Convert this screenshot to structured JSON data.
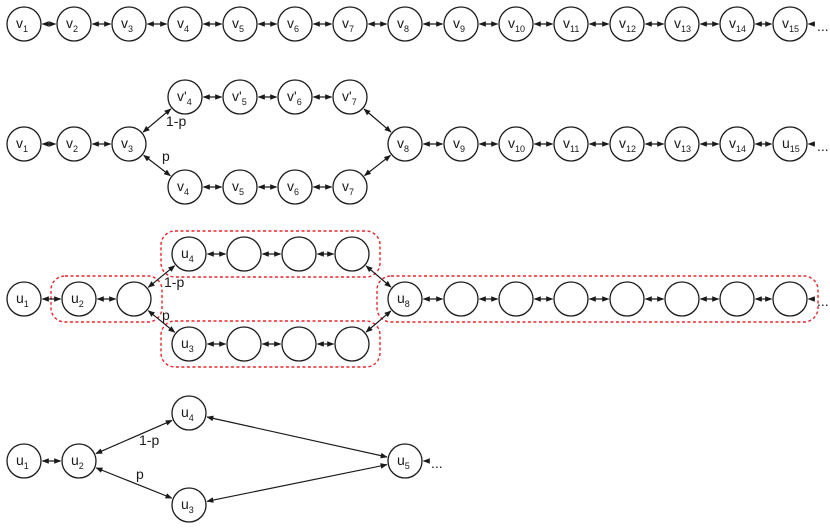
{
  "diagrams": [
    {
      "id": "chain",
      "nodes": [
        {
          "id": "v1",
          "base": "v",
          "sub": "1"
        },
        {
          "id": "v2",
          "base": "v",
          "sub": "2"
        },
        {
          "id": "v3",
          "base": "v",
          "sub": "3"
        },
        {
          "id": "v4",
          "base": "v",
          "sub": "4"
        },
        {
          "id": "v5",
          "base": "v",
          "sub": "5"
        },
        {
          "id": "v6",
          "base": "v",
          "sub": "6"
        },
        {
          "id": "v7",
          "base": "v",
          "sub": "7"
        },
        {
          "id": "v8",
          "base": "v",
          "sub": "8"
        },
        {
          "id": "v9",
          "base": "v",
          "sub": "9"
        },
        {
          "id": "v10",
          "base": "v",
          "sub": "10"
        },
        {
          "id": "v11",
          "base": "v",
          "sub": "11"
        },
        {
          "id": "v12",
          "base": "v",
          "sub": "12"
        },
        {
          "id": "v13",
          "base": "v",
          "sub": "13"
        },
        {
          "id": "v14",
          "base": "v",
          "sub": "14"
        },
        {
          "id": "v15",
          "base": "v",
          "sub": "15"
        }
      ],
      "edges": [
        {
          "from": "v1",
          "to": "v2"
        },
        {
          "from": "v2",
          "to": "v3"
        },
        {
          "from": "v3",
          "to": "v4"
        },
        {
          "from": "v4",
          "to": "v5"
        },
        {
          "from": "v5",
          "to": "v6"
        },
        {
          "from": "v6",
          "to": "v7"
        },
        {
          "from": "v7",
          "to": "v8"
        },
        {
          "from": "v8",
          "to": "v9"
        },
        {
          "from": "v9",
          "to": "v10"
        },
        {
          "from": "v10",
          "to": "v11"
        },
        {
          "from": "v11",
          "to": "v12"
        },
        {
          "from": "v12",
          "to": "v13"
        },
        {
          "from": "v13",
          "to": "v14"
        },
        {
          "from": "v14",
          "to": "v15"
        }
      ],
      "trailing_ellipsis": "..."
    },
    {
      "id": "split-chain",
      "nodes": [
        {
          "id": "v1",
          "base": "v",
          "sub": "1"
        },
        {
          "id": "v2",
          "base": "v",
          "sub": "2"
        },
        {
          "id": "v3",
          "base": "v",
          "sub": "3"
        },
        {
          "id": "v4p",
          "base": "v'",
          "sub": "4"
        },
        {
          "id": "v5p",
          "base": "v'",
          "sub": "5"
        },
        {
          "id": "v6p",
          "base": "v'",
          "sub": "6"
        },
        {
          "id": "v7p",
          "base": "v'",
          "sub": "7"
        },
        {
          "id": "v4",
          "base": "v",
          "sub": "4"
        },
        {
          "id": "v5",
          "base": "v",
          "sub": "5"
        },
        {
          "id": "v6",
          "base": "v",
          "sub": "6"
        },
        {
          "id": "v7",
          "base": "v",
          "sub": "7"
        },
        {
          "id": "v8",
          "base": "v",
          "sub": "8"
        },
        {
          "id": "v9",
          "base": "v",
          "sub": "9"
        },
        {
          "id": "v10",
          "base": "v",
          "sub": "10"
        },
        {
          "id": "v11",
          "base": "v",
          "sub": "11"
        },
        {
          "id": "v12",
          "base": "v",
          "sub": "12"
        },
        {
          "id": "v13",
          "base": "v",
          "sub": "13"
        },
        {
          "id": "v14",
          "base": "v",
          "sub": "14"
        },
        {
          "id": "u15",
          "base": "u",
          "sub": "15"
        }
      ],
      "edges": [
        {
          "from": "v1",
          "to": "v2"
        },
        {
          "from": "v2",
          "to": "v3"
        },
        {
          "from": "v3",
          "to": "v4p",
          "label": "1-p"
        },
        {
          "from": "v4p",
          "to": "v5p"
        },
        {
          "from": "v5p",
          "to": "v6p"
        },
        {
          "from": "v6p",
          "to": "v7p"
        },
        {
          "from": "v7p",
          "to": "v8"
        },
        {
          "from": "v3",
          "to": "v4",
          "label": "p"
        },
        {
          "from": "v4",
          "to": "v5"
        },
        {
          "from": "v5",
          "to": "v6"
        },
        {
          "from": "v6",
          "to": "v7"
        },
        {
          "from": "v7",
          "to": "v8"
        },
        {
          "from": "v8",
          "to": "v9"
        },
        {
          "from": "v9",
          "to": "v10"
        },
        {
          "from": "v10",
          "to": "v11"
        },
        {
          "from": "v11",
          "to": "v12"
        },
        {
          "from": "v12",
          "to": "v13"
        },
        {
          "from": "v13",
          "to": "v14"
        },
        {
          "from": "v14",
          "to": "u15"
        }
      ],
      "trailing_ellipsis": "..."
    },
    {
      "id": "grouped-chain",
      "nodes": [
        {
          "id": "u1",
          "base": "u",
          "sub": "1"
        },
        {
          "id": "u2",
          "base": "u",
          "sub": "2"
        },
        {
          "id": "c1",
          "base": "",
          "sub": ""
        },
        {
          "id": "u4",
          "base": "u",
          "sub": "4"
        },
        {
          "id": "t1",
          "base": "",
          "sub": ""
        },
        {
          "id": "t2",
          "base": "",
          "sub": ""
        },
        {
          "id": "t3",
          "base": "",
          "sub": ""
        },
        {
          "id": "u3",
          "base": "u",
          "sub": "3"
        },
        {
          "id": "b1",
          "base": "",
          "sub": ""
        },
        {
          "id": "b2",
          "base": "",
          "sub": ""
        },
        {
          "id": "b3",
          "base": "",
          "sub": ""
        },
        {
          "id": "u8",
          "base": "u",
          "sub": "8"
        },
        {
          "id": "r1",
          "base": "",
          "sub": ""
        },
        {
          "id": "r2",
          "base": "",
          "sub": ""
        },
        {
          "id": "r3",
          "base": "",
          "sub": ""
        },
        {
          "id": "r4",
          "base": "",
          "sub": ""
        },
        {
          "id": "r5",
          "base": "",
          "sub": ""
        },
        {
          "id": "r6",
          "base": "",
          "sub": ""
        },
        {
          "id": "r7",
          "base": "",
          "sub": ""
        }
      ],
      "edges": [
        {
          "from": "u1",
          "to": "u2"
        },
        {
          "from": "u2",
          "to": "c1"
        },
        {
          "from": "c1",
          "to": "u4",
          "label": "1-p"
        },
        {
          "from": "u4",
          "to": "t1"
        },
        {
          "from": "t1",
          "to": "t2"
        },
        {
          "from": "t2",
          "to": "t3"
        },
        {
          "from": "t3",
          "to": "u8"
        },
        {
          "from": "c1",
          "to": "u3",
          "label": "p"
        },
        {
          "from": "u3",
          "to": "b1"
        },
        {
          "from": "b1",
          "to": "b2"
        },
        {
          "from": "b2",
          "to": "b3"
        },
        {
          "from": "b3",
          "to": "u8"
        },
        {
          "from": "u8",
          "to": "r1"
        },
        {
          "from": "r1",
          "to": "r2"
        },
        {
          "from": "r2",
          "to": "r3"
        },
        {
          "from": "r3",
          "to": "r4"
        },
        {
          "from": "r4",
          "to": "r5"
        },
        {
          "from": "r5",
          "to": "r6"
        },
        {
          "from": "r6",
          "to": "r7"
        }
      ],
      "groups": [
        {
          "id": "group-u2",
          "members": [
            "u2",
            "c1"
          ]
        },
        {
          "id": "group-u4",
          "members": [
            "u4",
            "t1",
            "t2",
            "t3"
          ]
        },
        {
          "id": "group-u3",
          "members": [
            "u3",
            "b1",
            "b2",
            "b3"
          ]
        },
        {
          "id": "group-u8",
          "members": [
            "u8",
            "r1",
            "r2",
            "r3",
            "r4",
            "r5",
            "r6",
            "r7"
          ]
        }
      ],
      "trailing_ellipsis": "..."
    },
    {
      "id": "aggregated-chain",
      "nodes": [
        {
          "id": "u1",
          "base": "u",
          "sub": "1"
        },
        {
          "id": "u2",
          "base": "u",
          "sub": "2"
        },
        {
          "id": "u4",
          "base": "u",
          "sub": "4"
        },
        {
          "id": "u3",
          "base": "u",
          "sub": "3"
        },
        {
          "id": "u5",
          "base": "u",
          "sub": "5"
        }
      ],
      "edges": [
        {
          "from": "u1",
          "to": "u2"
        },
        {
          "from": "u2",
          "to": "u4",
          "label": "1-p"
        },
        {
          "from": "u2",
          "to": "u3",
          "label": "p"
        },
        {
          "from": "u4",
          "to": "u5"
        },
        {
          "from": "u3",
          "to": "u5"
        }
      ],
      "trailing_ellipsis": "..."
    }
  ]
}
